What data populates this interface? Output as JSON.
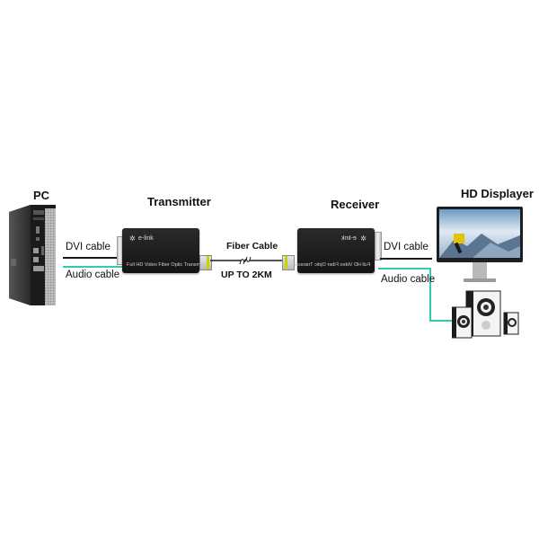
{
  "diagram": {
    "nodes": {
      "pc": {
        "label": "PC"
      },
      "transmitter": {
        "label": "Transmitter",
        "brand": "e-link",
        "model_text": "Full HD Video Fiber Optic Transmitter"
      },
      "receiver": {
        "label": "Receiver",
        "brand": "e-link",
        "model_text": "Full HD Video Fiber Optic Transceiver"
      },
      "display": {
        "label": "HD Displayer"
      }
    },
    "links": {
      "pc_dvi": {
        "label": "DVI cable"
      },
      "pc_audio": {
        "label": "Audio cable"
      },
      "fiber": {
        "label": "Fiber Cable",
        "distance": "UP TO 2KM"
      },
      "rx_dvi": {
        "label": "DVI cable"
      },
      "rx_audio": {
        "label": "Audio cable"
      }
    },
    "colors": {
      "dvi_cable": "#1a1a1a",
      "audio_cable": "#35c9b3",
      "device_body": "#1c1c1c"
    }
  }
}
